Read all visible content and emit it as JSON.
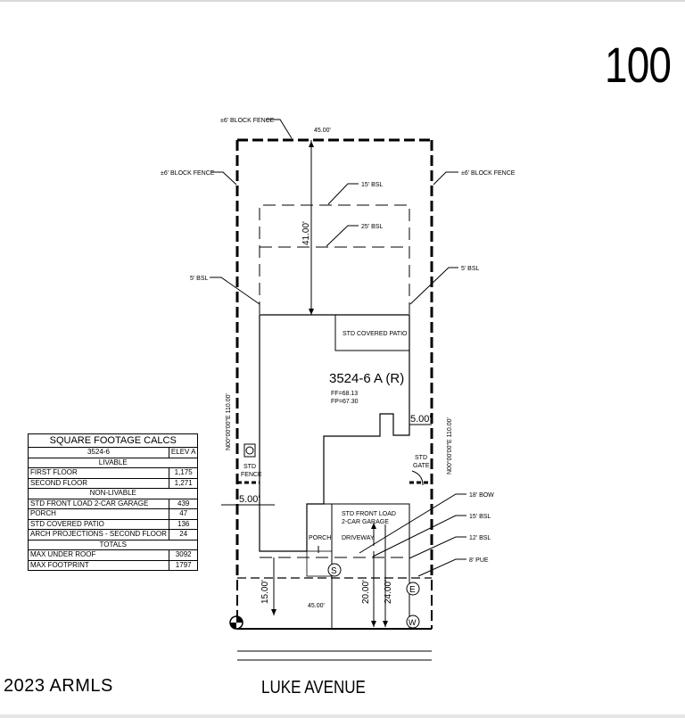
{
  "lot_number": "100",
  "copyright": "2023 ARMLS",
  "street_name": "LUKE AVENUE",
  "plan": {
    "label": "3524-6 A (R)",
    "ff": "FF=68.13",
    "fp": "FP=67.30",
    "covered_patio": "STD COVERED PATIO",
    "garage_line1": "STD FRONT LOAD",
    "garage_line2": "2-CAR GARAGE",
    "porch": "PORCH",
    "driveway": "DRIVEWAY",
    "std_fence_1": "STD",
    "std_fence_2": "FENCE",
    "std_gate_1": "STD",
    "std_gate_2": "GATE",
    "utility_s": "S",
    "utility_e": "E",
    "utility_w": "W"
  },
  "callouts": {
    "block_fence_top": "±6' BLOCK FENCE",
    "block_fence_left": "±6' BLOCK FENCE",
    "block_fence_right": "±6' BLOCK FENCE",
    "bsl_15_top": "15' BSL",
    "bsl_25": "25' BSL",
    "bsl_5_left": "5' BSL",
    "bsl_5_right": "5' BSL",
    "bow_18": "18' BOW",
    "bsl_15_front": "15' BSL",
    "bsl_12": "12' BSL",
    "pue_8": "8' PUE"
  },
  "dimensions": {
    "width_top": "45.00'",
    "width_bottom": "45.00'",
    "rear_setback": "41.00'",
    "side_right": "5.00'",
    "side_left": "5.00'",
    "front_15": "15.00'",
    "front_20": "20.00'",
    "front_24": "24.00'",
    "bearing_left": "N00°00'00\"E 110.00'",
    "bearing_right": "N00°00'00\"E 110.00'"
  },
  "square_footage": {
    "title": "SQUARE FOOTAGE CALCS",
    "col1": "3524-6",
    "col2": "ELEV A",
    "livable_header": "LIVABLE",
    "livable": [
      {
        "label": "FIRST FLOOR",
        "value": "1,175"
      },
      {
        "label": "SECOND FLOOR",
        "value": "1,271"
      }
    ],
    "nonlivable_header": "NON-LIVABLE",
    "nonlivable": [
      {
        "label": "STD FRONT LOAD 2-CAR GARAGE",
        "value": "439"
      },
      {
        "label": "PORCH",
        "value": "47"
      },
      {
        "label": "STD COVERED PATIO",
        "value": "136"
      },
      {
        "label": "ARCH PROJECTIONS - SECOND FLOOR",
        "value": "24"
      }
    ],
    "totals_header": "TOTALS",
    "totals": [
      {
        "label": "MAX UNDER ROOF",
        "value": "3092"
      },
      {
        "label": "MAX FOOTPRINT",
        "value": "1797"
      }
    ]
  }
}
